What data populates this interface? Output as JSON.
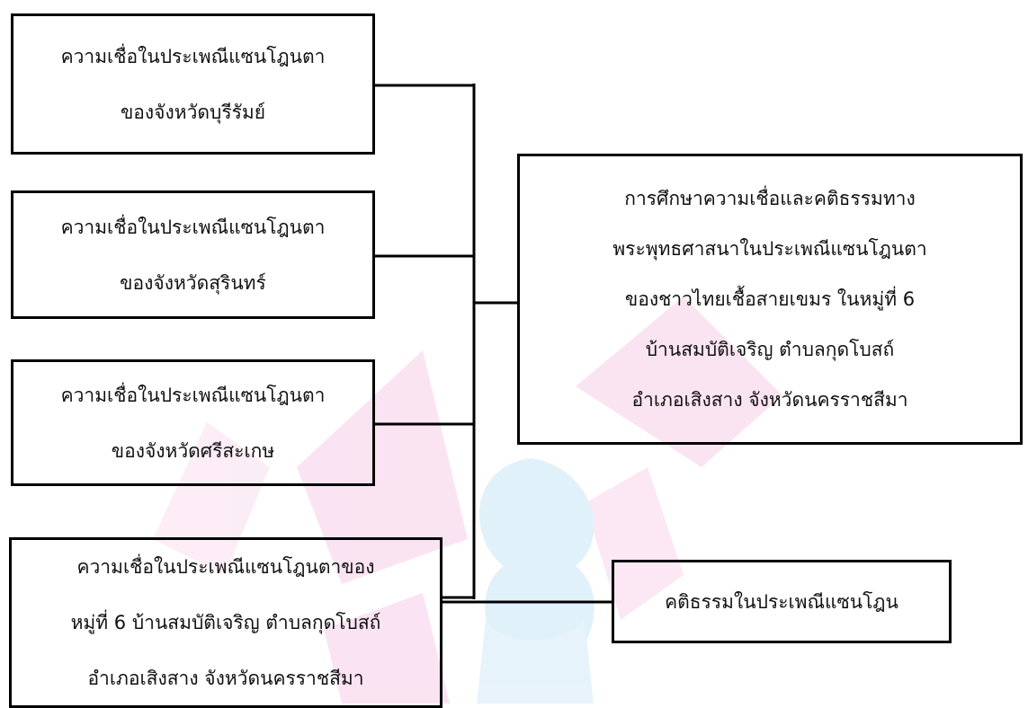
{
  "diagram": {
    "sources": [
      {
        "lines": [
          "ความเชื่อในประเพณีแซนโฎนตา",
          "ของจังหวัดบุรีรัมย์"
        ]
      },
      {
        "lines": [
          "ความเชื่อในประเพณีแซนโฎนตา",
          "ของจังหวัดสุรินทร์"
        ]
      },
      {
        "lines": [
          "ความเชื่อในประเพณีแซนโฎนตา",
          "ของจังหวัดศรีสะเกษ"
        ]
      },
      {
        "lines": [
          "ความเชื่อในประเพณีแซนโฎนตาของ",
          "หมู่ที่ 6 บ้านสมบัติเจริญ ตำบลกุดโบสถ์",
          "อำเภอเสิงสาง จังหวัดนครราชสีมา"
        ]
      }
    ],
    "target": {
      "lines": [
        "การศึกษาความเชื่อและคติธรรมทาง",
        "พระพุทธศาสนาในประเพณีแซนโฎนตา",
        "ของชาวไทยเชื้อสายเขมร ในหมู่ที่ 6",
        "บ้านสมบัติเจริญ ตำบลกุดโบสถ์",
        "อำเภอเสิงสาง จังหวัดนครราชสีมา"
      ]
    },
    "outcome": {
      "lines": [
        "คติธรรมในประเพณีแซนโฎน"
      ]
    }
  },
  "colors": {
    "stroke": "#000000",
    "watermark_pink": "#f6cde8",
    "watermark_blue": "#c9e6f6"
  }
}
